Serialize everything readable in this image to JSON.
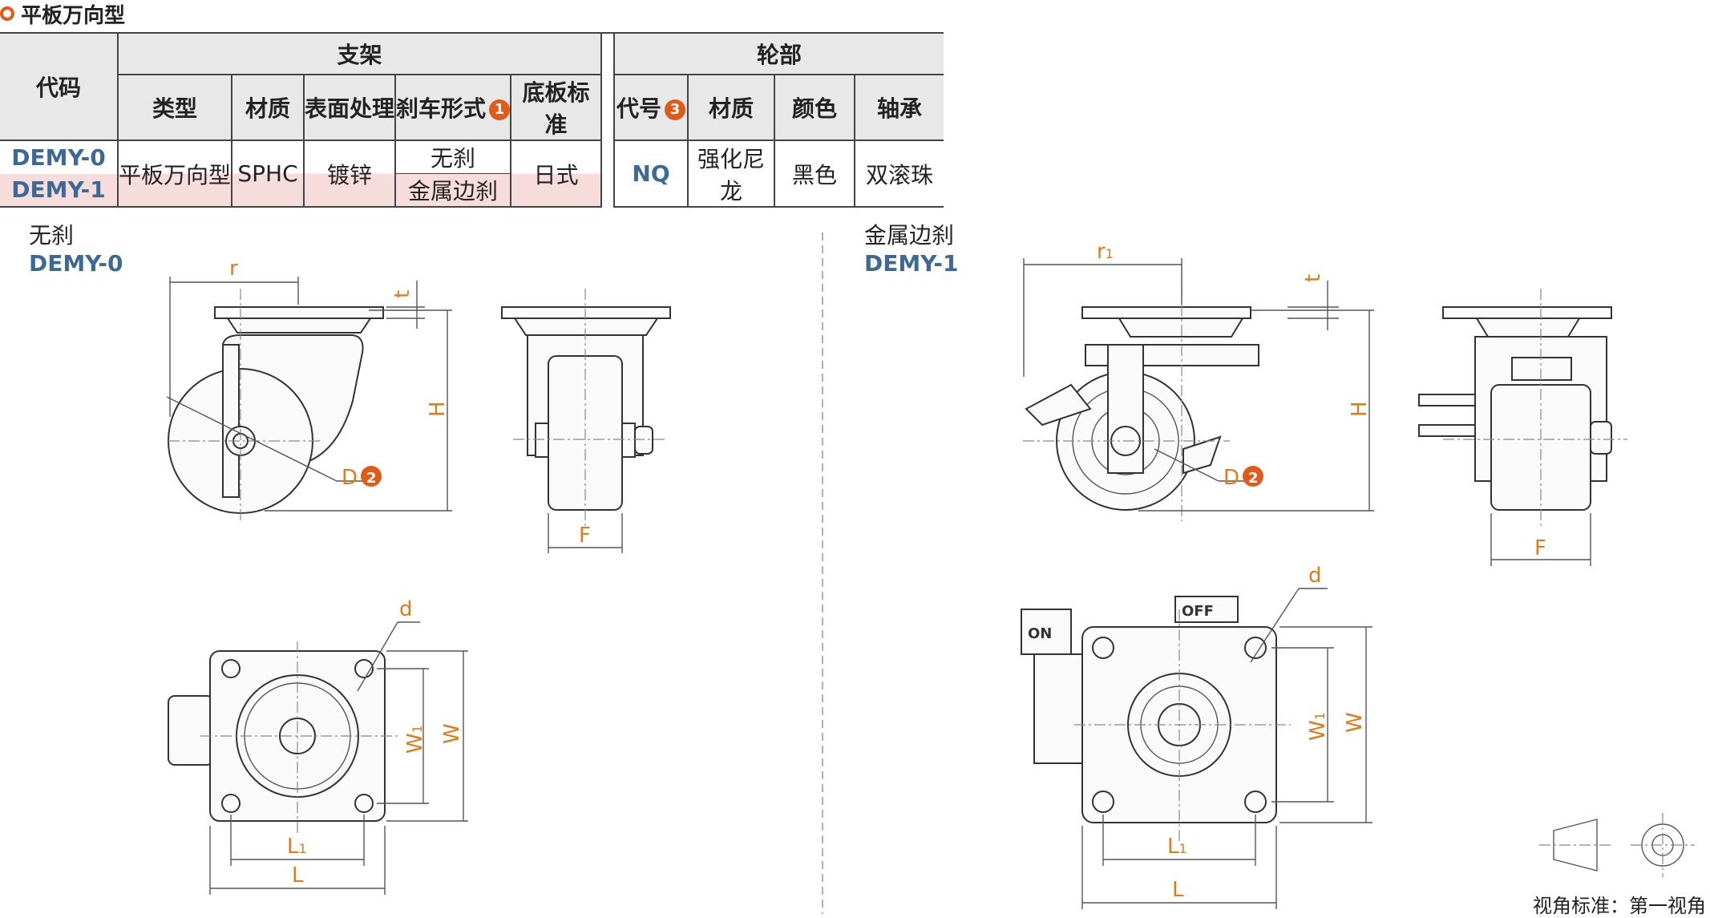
{
  "page": {
    "title": "平板万向型"
  },
  "table": {
    "code_header": "代码",
    "group_bracket": "支架",
    "group_wheel": "轮部",
    "bracket_cols": [
      "类型",
      "材质",
      "表面处理",
      "刹车形式",
      "底板标准"
    ],
    "brake_badge": "1",
    "wheel_cols": [
      "代号",
      "材质",
      "颜色",
      "轴承"
    ],
    "wheel_code_badge": "3",
    "rows": [
      {
        "code": "DEMY-0",
        "brake": "无刹"
      },
      {
        "code": "DEMY-1",
        "brake": "金属边刹"
      }
    ],
    "shared": {
      "type": "平板万向型",
      "material": "SPHC",
      "surface": "镀锌",
      "plate_standard": "日式",
      "wheel_code": "NQ",
      "wheel_material": "强化尼龙",
      "wheel_color": "黑色",
      "bearing": "双滚珠"
    }
  },
  "drawings": {
    "left": {
      "caption": "无刹",
      "code": "DEMY-0"
    },
    "right": {
      "caption": "金属边刹",
      "code": "DEMY-1"
    },
    "labels": {
      "r": "r",
      "r1": "r",
      "r1_sub": "1",
      "t": "t",
      "H": "H",
      "D": "D",
      "D_badge": "2",
      "F": "F",
      "d": "d",
      "W": "W",
      "W1": "W",
      "W1_sub": "1",
      "L": "L",
      "L1": "L",
      "L1_sub": "1",
      "on": "ON",
      "off": "OFF"
    },
    "projection_standard": "视角标准：第一视角"
  },
  "colors": {
    "accent": "#e05a1a",
    "code_blue": "#3c6a95",
    "dimension": "#e07a1a",
    "pink_row": "#f7dcdc",
    "header_gray": "#e8e8e8"
  }
}
